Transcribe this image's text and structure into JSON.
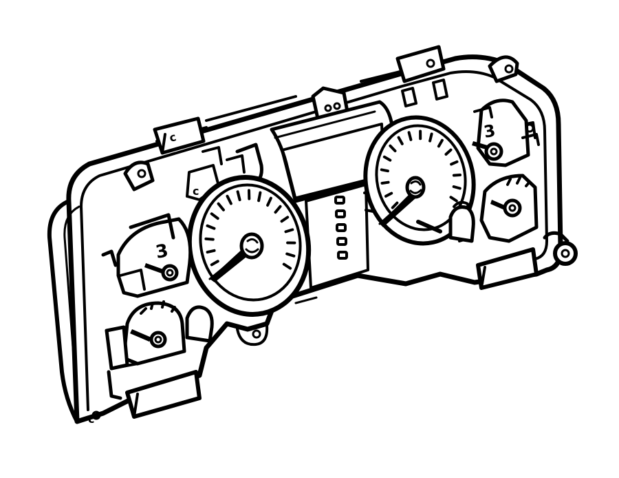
{
  "illustration": {
    "colors": {
      "ink": "#000000",
      "paper": "#ffffff"
    },
    "parts": [
      "cluster-housing",
      "speedometer-gauge",
      "tachometer-gauge",
      "fuel-gauge",
      "temperature-gauge",
      "oil-pressure-gauge",
      "voltmeter-gauge",
      "indicator-lamp-panel",
      "odometer-display",
      "trip-reset-knob",
      "mounting-tab",
      "electrical-connector"
    ],
    "speedometer_tick_count": 18,
    "tachometer_tick_count": 16,
    "indicator_lamp_count": 5
  }
}
